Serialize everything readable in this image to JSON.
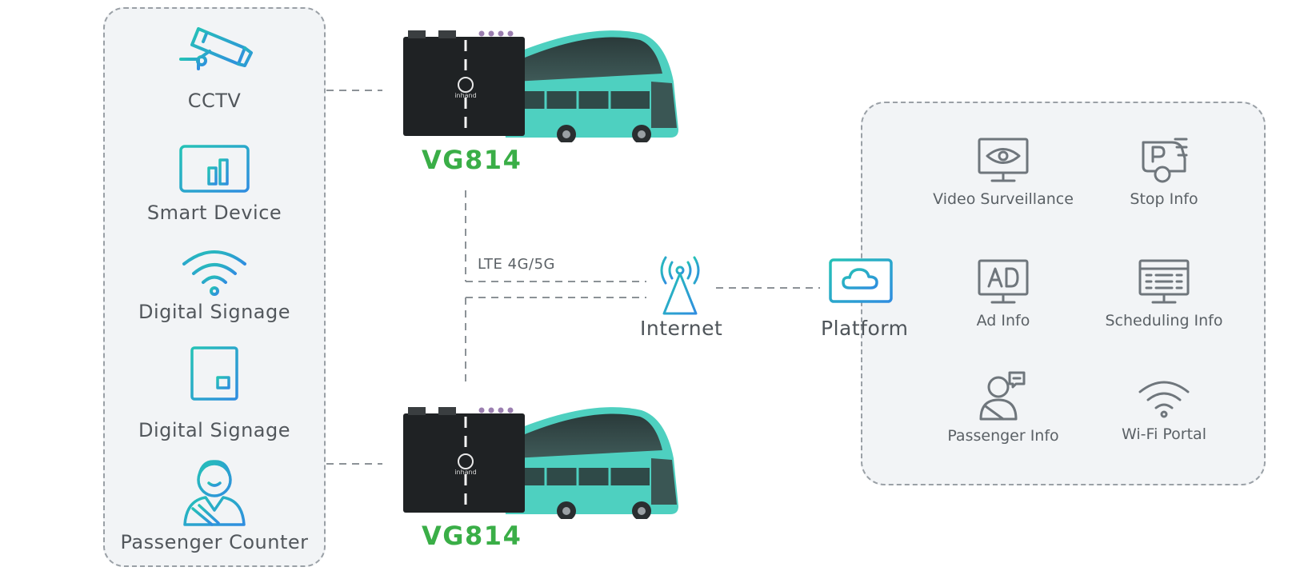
{
  "devices": [
    {
      "label": "CCTV",
      "icon": "cctv-camera-icon"
    },
    {
      "label": "Smart Device",
      "icon": "smart-device-chart-icon"
    },
    {
      "label": "Digital Signage",
      "icon": "wifi-icon"
    },
    {
      "label": "Digital Signage",
      "icon": "signage-kiosk-icon"
    },
    {
      "label": "Passenger Counter",
      "icon": "passenger-person-icon"
    }
  ],
  "routers": [
    {
      "label": "VG814"
    },
    {
      "label": "VG814"
    }
  ],
  "router_logo": "inhand",
  "connection_label": "LTE 4G/5G",
  "internet": {
    "label": "Internet",
    "icon": "antenna-tower-icon"
  },
  "platform": {
    "label": "Platform",
    "icon": "cloud-monitor-icon"
  },
  "services": [
    {
      "label": "Video Surveillance",
      "icon": "eye-monitor-icon"
    },
    {
      "label": "Stop Info",
      "icon": "parking-stop-icon"
    },
    {
      "label": "Ad Info",
      "icon": "ad-monitor-icon"
    },
    {
      "label": "Scheduling Info",
      "icon": "schedule-monitor-icon"
    },
    {
      "label": "Passenger Info",
      "icon": "passenger-info-icon"
    },
    {
      "label": "Wi-Fi Portal",
      "icon": "wifi-portal-icon"
    }
  ],
  "colors": {
    "accent_gradient_start": "#25c2b6",
    "accent_gradient_end": "#2f8de0",
    "router_label": "#3aae47",
    "service_icon": "#6f767c",
    "bus_body": "#4ed0c0",
    "dashed_line": "#8c9297"
  }
}
